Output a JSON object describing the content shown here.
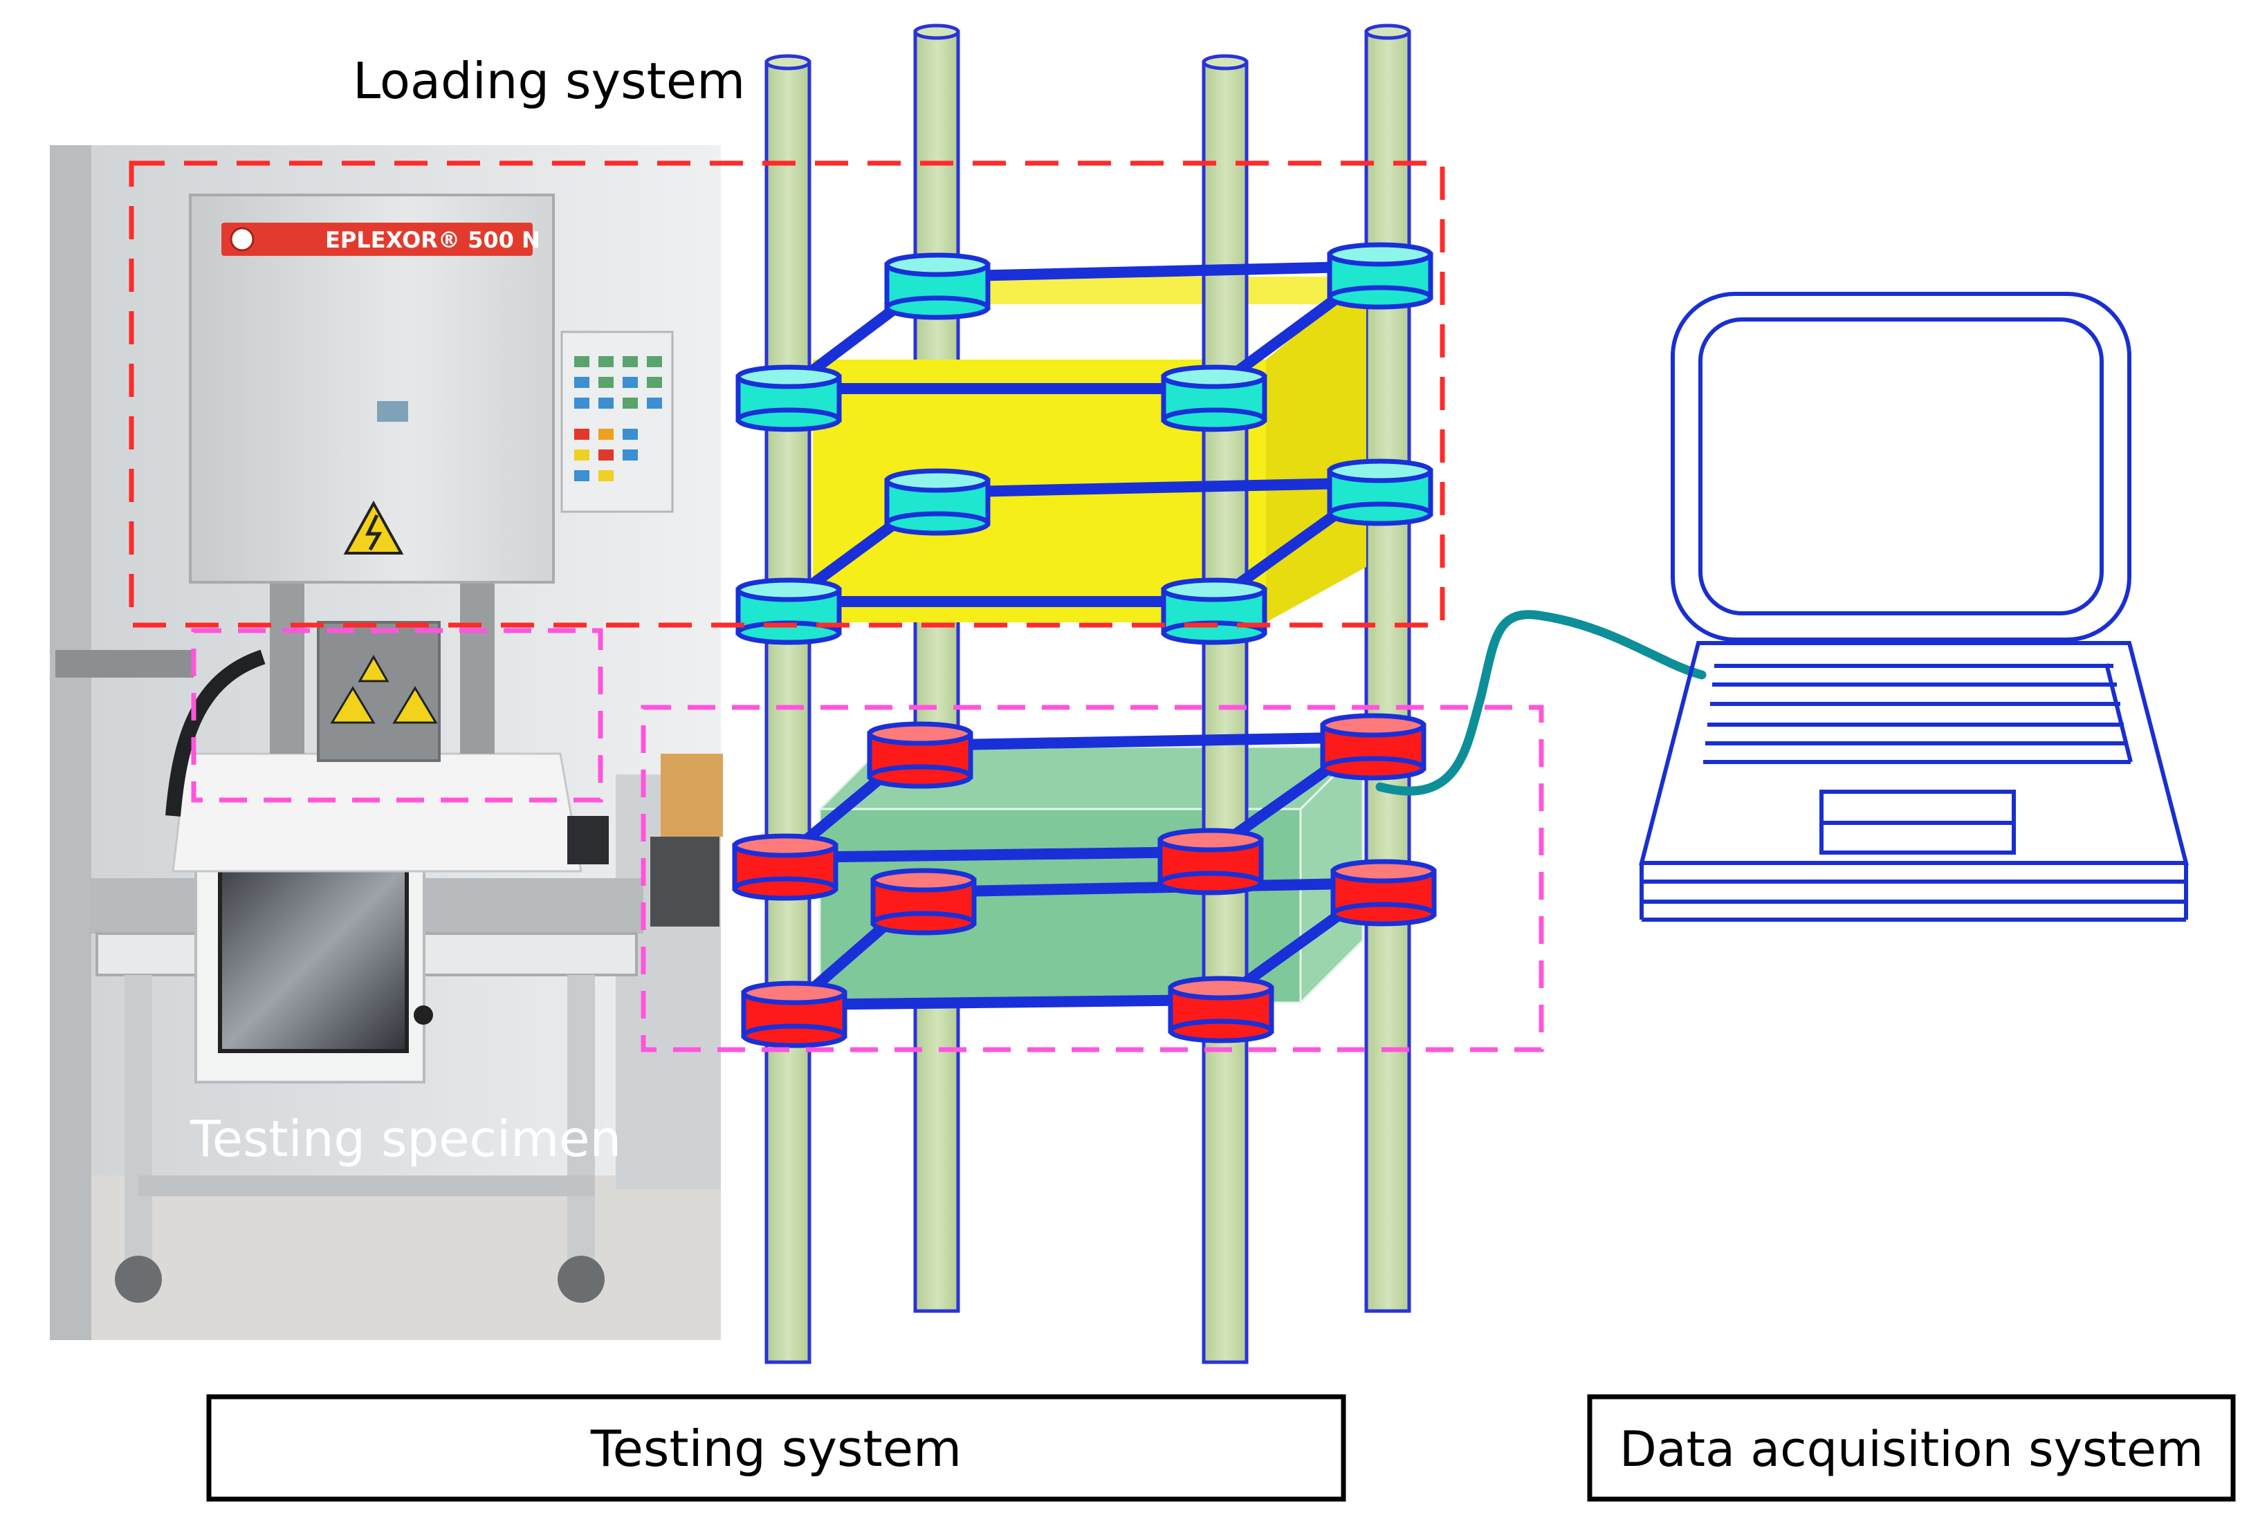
{
  "labels": {
    "loading": "Loading system",
    "specimen": "Testing specimen",
    "testing": "Testing system",
    "acquisition": "Data acquisition system"
  },
  "machine": {
    "brand_text": "EPLEXOR® 500 N"
  },
  "colors": {
    "rod_fill": "#c6dba9",
    "rod_stroke": "#2b33d6",
    "frame_blue": "#1930d8",
    "clamp_cyan": "#1ee6cf",
    "clamp_red": "#ff1a1a",
    "yellow_box": "#f5ee18",
    "green_box": "#7fc89a",
    "loading_box": "#ff2a2a",
    "specimen_box": "#ff55dd",
    "cable": "#0d8f99",
    "laptop": "#1a2fd1"
  }
}
